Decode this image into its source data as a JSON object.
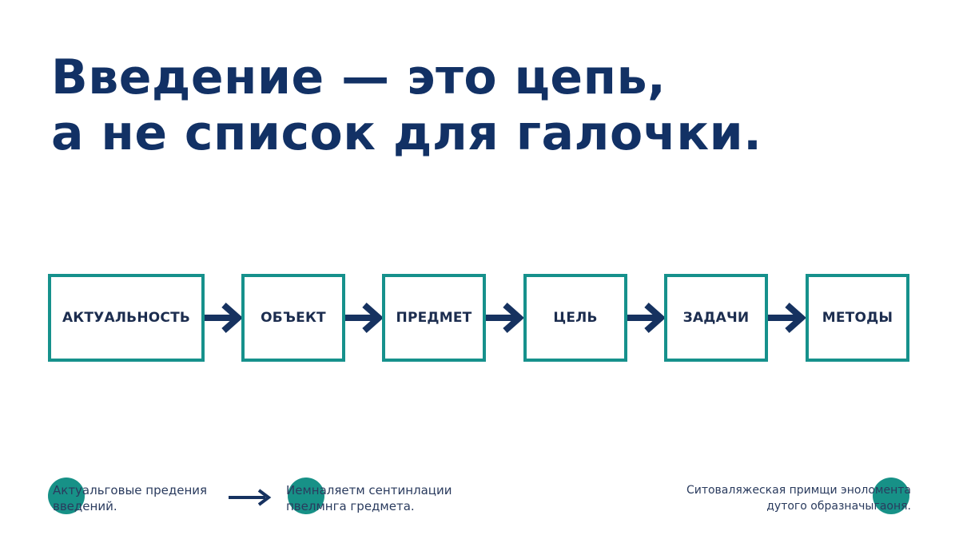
{
  "title": {
    "line1": "Введение — это цепь,",
    "line2": "а не список для галочки."
  },
  "chain": [
    {
      "label": "АКТУАЛЬНОСТЬ"
    },
    {
      "label": "ОБЪЕКТ"
    },
    {
      "label": "ПРЕДМЕТ"
    },
    {
      "label": "ЦЕЛЬ"
    },
    {
      "label": "ЗАДАЧИ"
    },
    {
      "label": "МЕТОДЫ"
    }
  ],
  "footer": {
    "left": {
      "line1": "Актуальговые предения",
      "line2": "введений."
    },
    "middle": {
      "line1": "Иемналяетм сентинлации",
      "line2": "пвелмнга гредмета."
    },
    "right": {
      "line1": "Ситоваляжеская примщи эноломента",
      "line2": "дутого образначыгаоня."
    }
  },
  "colors": {
    "title": "#123165",
    "box_border": "#16918c",
    "arrow": "#163260",
    "dot": "#179187"
  }
}
